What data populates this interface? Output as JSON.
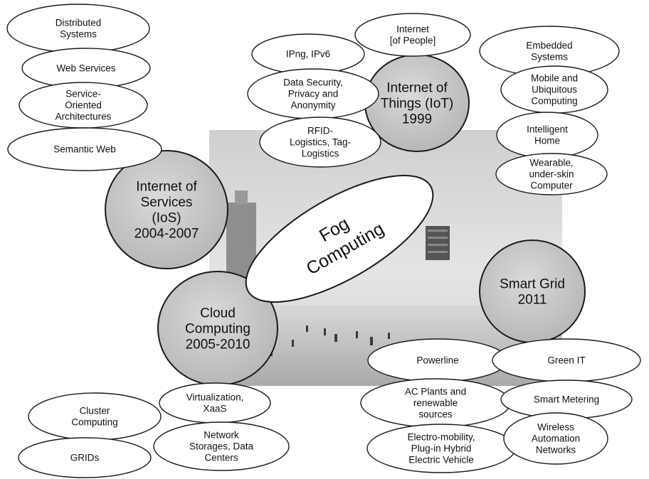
{
  "center": {
    "lines": [
      "Fog",
      "Computing"
    ]
  },
  "hubs": [
    {
      "id": "iot",
      "lines": [
        "Internet of",
        "Things (IoT)",
        "1999"
      ]
    },
    {
      "id": "ios",
      "lines": [
        "Internet of",
        "Services",
        "(IoS)",
        "2004-2007"
      ]
    },
    {
      "id": "smartgrid",
      "lines": [
        "Smart Grid",
        "2011"
      ]
    },
    {
      "id": "cloud",
      "lines": [
        "Cloud",
        "Computing",
        "2005-2010"
      ]
    }
  ],
  "topics": [
    {
      "id": "distributed-systems",
      "lines": [
        "Distributed",
        "Systems"
      ]
    },
    {
      "id": "web-services",
      "lines": [
        "Web Services"
      ]
    },
    {
      "id": "soa",
      "lines": [
        "Service-",
        "Oriented",
        "Architectures"
      ]
    },
    {
      "id": "semantic-web",
      "lines": [
        "Semantic Web"
      ]
    },
    {
      "id": "internet-of-people",
      "lines": [
        "Internet",
        "[of People]"
      ]
    },
    {
      "id": "ipng-ipv6",
      "lines": [
        "IPng, IPv6"
      ]
    },
    {
      "id": "embedded-systems",
      "lines": [
        "Embedded",
        "Systems"
      ]
    },
    {
      "id": "data-security",
      "lines": [
        "Data Security,",
        "Privacy and",
        "Anonymity"
      ]
    },
    {
      "id": "mobile-ubiquitous",
      "lines": [
        "Mobile and",
        "Ubiquitous",
        "Computing"
      ]
    },
    {
      "id": "rfid",
      "lines": [
        "RFID-",
        "Logistics, Tag-",
        "Logistics"
      ]
    },
    {
      "id": "intelligent-home",
      "lines": [
        "Intelligent",
        "Home"
      ]
    },
    {
      "id": "wearable",
      "lines": [
        "Wearable,",
        "under-skin",
        "Computer"
      ]
    },
    {
      "id": "powerline",
      "lines": [
        "Powerline"
      ]
    },
    {
      "id": "green-it",
      "lines": [
        "Green IT"
      ]
    },
    {
      "id": "ac-plants",
      "lines": [
        "AC Plants and",
        "renewable",
        "sources"
      ]
    },
    {
      "id": "smart-metering",
      "lines": [
        "Smart Metering"
      ]
    },
    {
      "id": "electro-mobility",
      "lines": [
        "Electro-mobility,",
        "Plug-in  Hybrid",
        "Electric Vehicle"
      ]
    },
    {
      "id": "wireless-automation",
      "lines": [
        "Wireless",
        "Automation",
        "Networks"
      ]
    },
    {
      "id": "cluster-computing",
      "lines": [
        "Cluster",
        "Computing"
      ]
    },
    {
      "id": "virtualization",
      "lines": [
        "Virtualization,",
        "XaaS"
      ]
    },
    {
      "id": "grids",
      "lines": [
        "GRIDs"
      ]
    },
    {
      "id": "network-storages",
      "lines": [
        "Network",
        "Storages, Data",
        "Centers"
      ]
    }
  ]
}
